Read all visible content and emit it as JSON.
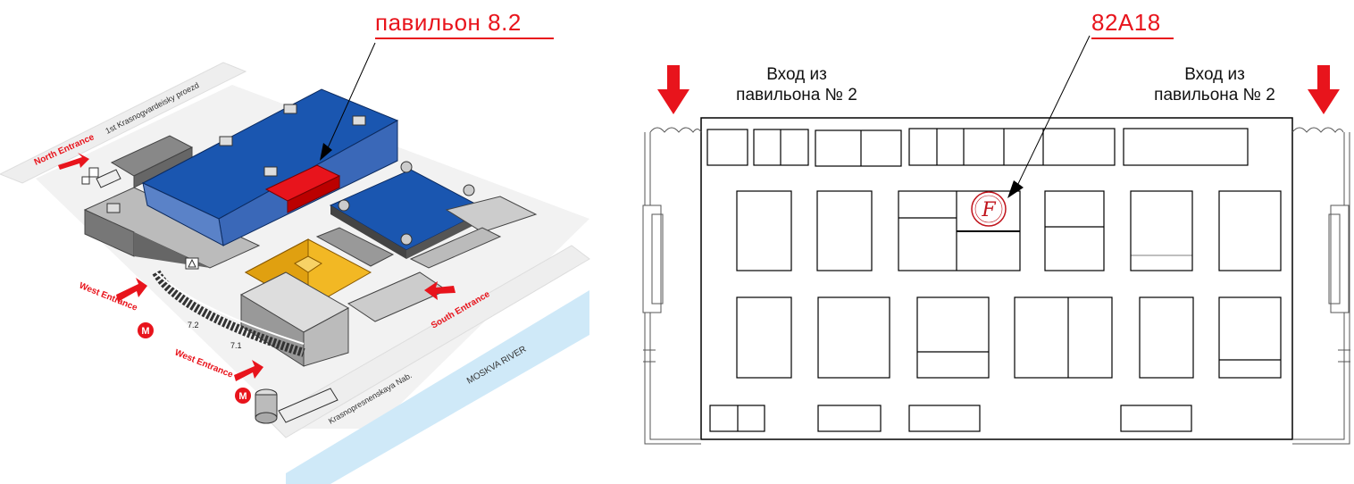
{
  "left_map": {
    "title": "павильон 8.2",
    "colors": {
      "highlight": "#e8141c",
      "pavilion": "#1a56b0",
      "pyramid": "#f2b824",
      "water": "#cfe9f8",
      "road": "#eeeeee",
      "arrow": "#e8141c"
    },
    "labels": {
      "street_top": "1st Krasnogvardeisky proezd",
      "north_entrance": "North Entrance",
      "west_entrance_1": "West Entrance",
      "west_entrance_2": "West Entrance",
      "south_entrance": "South Entrance",
      "river": "MOSKVA RIVER",
      "embankment": "Krasnopresnenskaya Nab.",
      "hall_71": "7.1",
      "hall_72": "7.2",
      "metro": "M"
    }
  },
  "right_map": {
    "stand_label": "82A18",
    "entry_left": [
      "Вход из",
      "павильона № 2"
    ],
    "entry_right": [
      "Вход из",
      "павильона № 2"
    ],
    "colors": {
      "arrow": "#e8141c",
      "lines": "#000000",
      "logo": "#c0141c"
    },
    "logo_letter": "F"
  }
}
